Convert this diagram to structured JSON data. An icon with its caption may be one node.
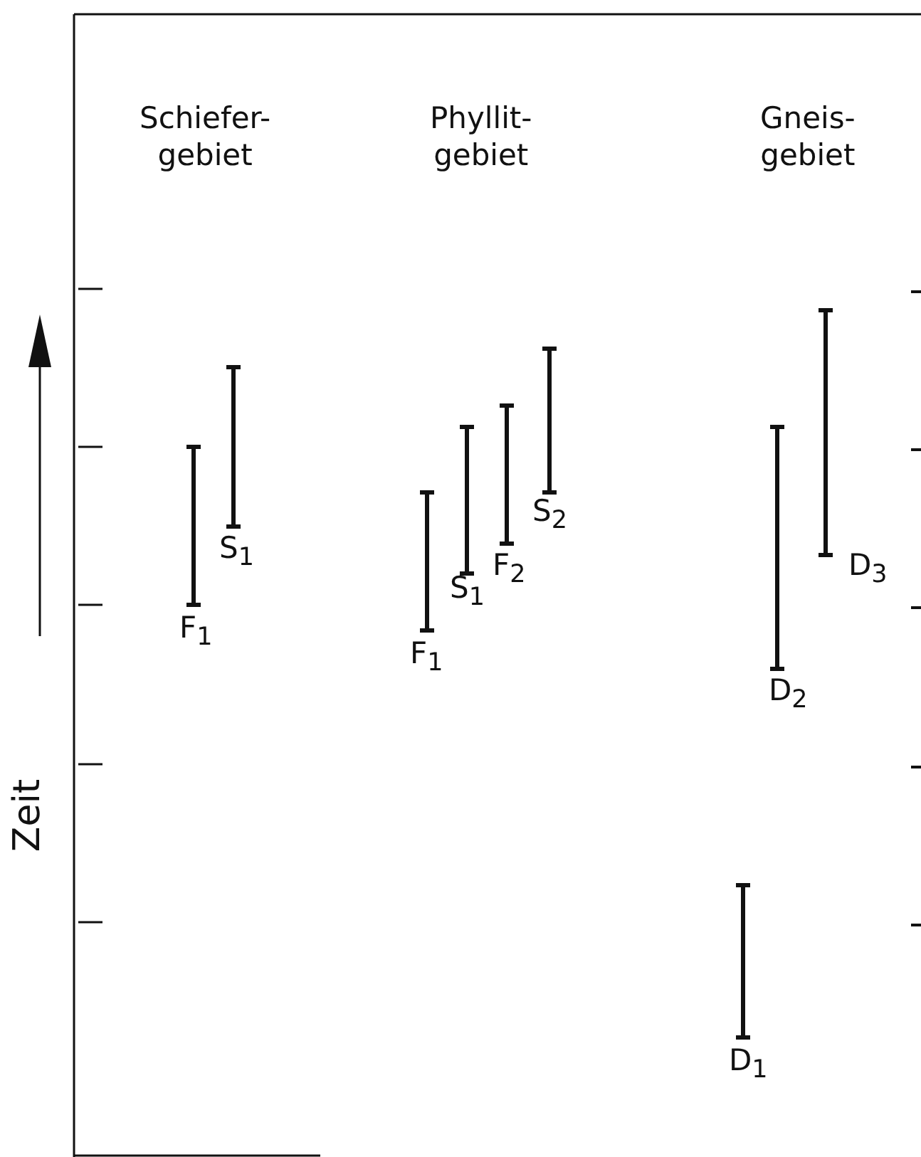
{
  "diagram": {
    "labels": [
      "Schiefer- gebiet",
      "Phyllit- gebiet",
      "Gneis- gebiet",
      "S$_{1}$",
      "F$_{1}$",
      "S$_{2}$",
      "S$_{1}$",
      "F$_{2}$",
      "F$_{1}$",
      "D$_{3}$",
      "D$_{2}$",
      "D$_{1}$",
      "Zeit"
    ]
  }
}
